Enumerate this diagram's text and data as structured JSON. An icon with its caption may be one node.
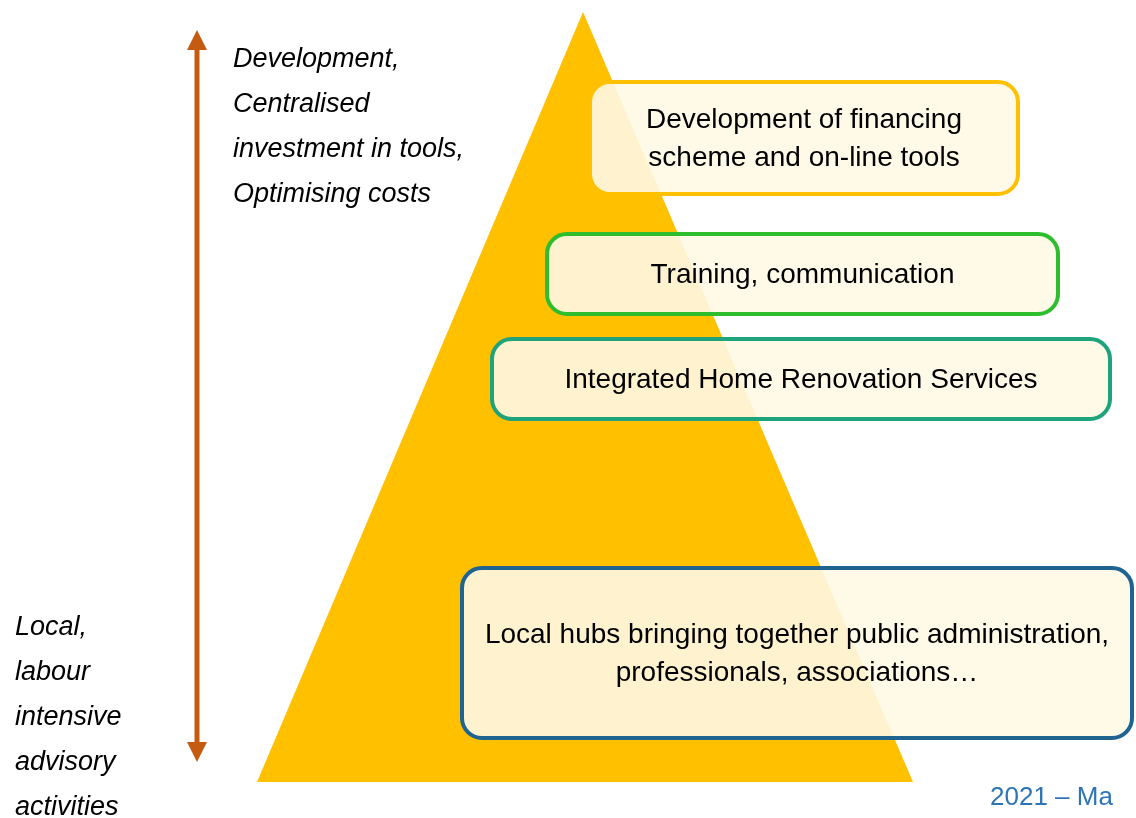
{
  "diagram": {
    "nodes": [
      {
        "text": [
          "Development of financing scheme and on-line tools"
        ]
      },
      {
        "text": [
          "Training, communication"
        ]
      },
      {
        "text": [
          "Integrated Home Renovation Services"
        ]
      },
      {
        "text": [
          "Local hubs bringing together public administration, professionals, associations…"
        ]
      }
    ],
    "labels": [
      "Development, Centralised investment in tools, Optimising costs",
      "Local, labour intensive advisory activities",
      "2021 – Ma"
    ]
  }
}
